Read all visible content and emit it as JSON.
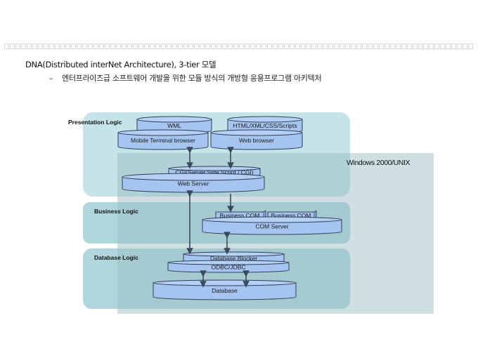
{
  "header": {
    "title": "DNA(Distributed interNet Architecture), 3-tier 모델",
    "bullet_marker": "–",
    "bullet_text": "엔터프라이즈급 소프트웨어 개발을 위한 모듈 방식의 개방형 응용프로그램 아키텍처"
  },
  "diagram": {
    "platform_label": "Windows 2000/UNIX",
    "tiers": {
      "presentation": {
        "label": "Presentation Logic",
        "components": {
          "wml": "WML",
          "mobile_browser": "Mobile Terminal browser",
          "html": "HTML/XML/CSS/Scripts",
          "web_browser": "Web browser",
          "cgi": "CGI(Server Side Script / CGI)",
          "web_server": "Web Server"
        }
      },
      "business": {
        "label": "Business Logic",
        "components": {
          "business_com_1": "Business COM",
          "business_com_2": "Business COM",
          "com_server": "COM Server"
        }
      },
      "database": {
        "label": "Database Logic",
        "components": {
          "db_blocker": "Database Blocker",
          "odbc": "ODBC/JDBC",
          "database": "Database"
        }
      }
    },
    "colors": {
      "tier_panel": "#b8dde2",
      "platform_box": "#a9c8cc",
      "component_fill": "#a6c4f0",
      "component_stroke": "#2e3f58",
      "arrow": "#3a4a5e"
    }
  }
}
